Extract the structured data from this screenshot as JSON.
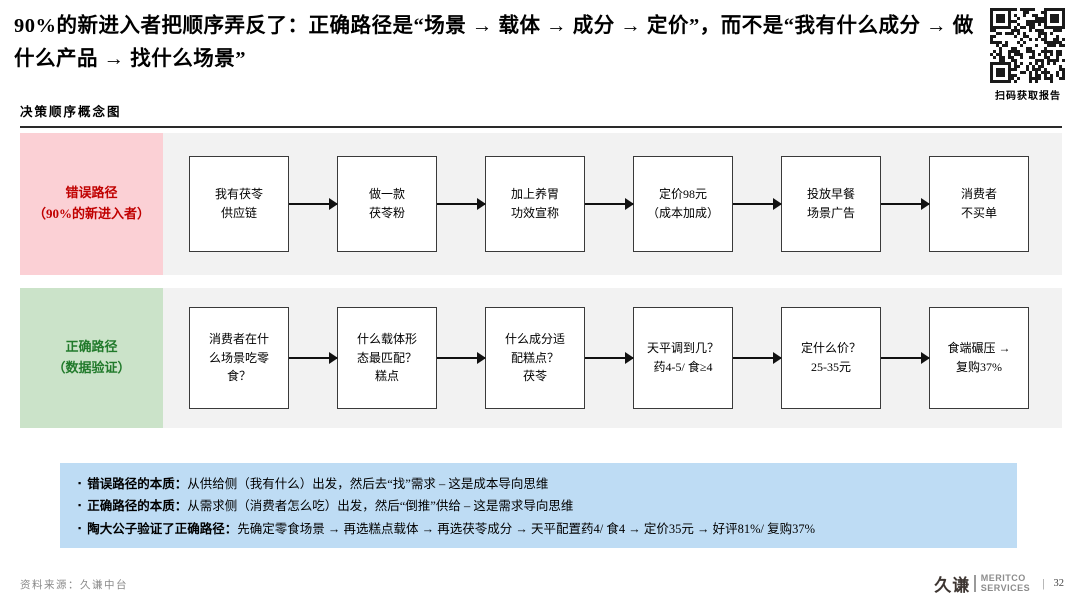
{
  "colors": {
    "wrong_bg": "#fbd0d5",
    "wrong_text": "#c00000",
    "right_bg": "#cbe3c9",
    "right_text": "#217a2b",
    "strip_bg": "#f2f2f2",
    "notes_bg": "#bedcf4",
    "box_border": "#3a3a3a",
    "ink": "#111111"
  },
  "header": {
    "title": "90%的新进入者把顺序弄反了：正确路径是“场景 → 载体 → 成分 → 定价”，而不是“我有什么成分 → 做什么产品 → 找什么场景”",
    "qr_caption": "扫码获取报告"
  },
  "diagram": {
    "section_label": "决策顺序概念图",
    "rows": [
      {
        "name": "wrong-path",
        "label": "错误路径\n（90%的新进入者）",
        "steps": [
          "我有茯苓\n供应链",
          "做一款\n茯苓粉",
          "加上养胃\n功效宣称",
          "定价98元\n（成本加成）",
          "投放早餐\n场景广告",
          "消费者\n不买单"
        ]
      },
      {
        "name": "right-path",
        "label": "正确路径\n（数据验证）",
        "steps": [
          "消费者在什\n么场景吃零\n食？",
          "什么载体形\n态最匹配？\n糕点",
          "什么成分适\n配糕点？\n茯苓",
          "天平调到几？\n药4-5/ 食≥4",
          "定什么价？\n25-35元",
          "食端碾压 →\n复购37%"
        ]
      }
    ]
  },
  "notes": {
    "items": [
      {
        "lead": "错误路径的本质：",
        "rest": "从供给侧（我有什么）出发，然后去“找”需求 – 这是成本导向思维"
      },
      {
        "lead": "正确路径的本质：",
        "rest": "从需求侧（消费者怎么吃）出发，然后“倒推”供给 – 这是需求导向思维"
      },
      {
        "lead": "陶大公子验证了正确路径：",
        "rest": "先确定零食场景 → 再选糕点载体 → 再选茯苓成分 → 天平配置药4/ 食4 → 定价35元 → 好评81%/ 复购37%"
      }
    ]
  },
  "footer": {
    "source": "资料来源：久谦中台",
    "logo_cn": "久谦",
    "logo_en_top": "MERITCO",
    "logo_en_bottom": "SERVICES",
    "page": "32"
  }
}
